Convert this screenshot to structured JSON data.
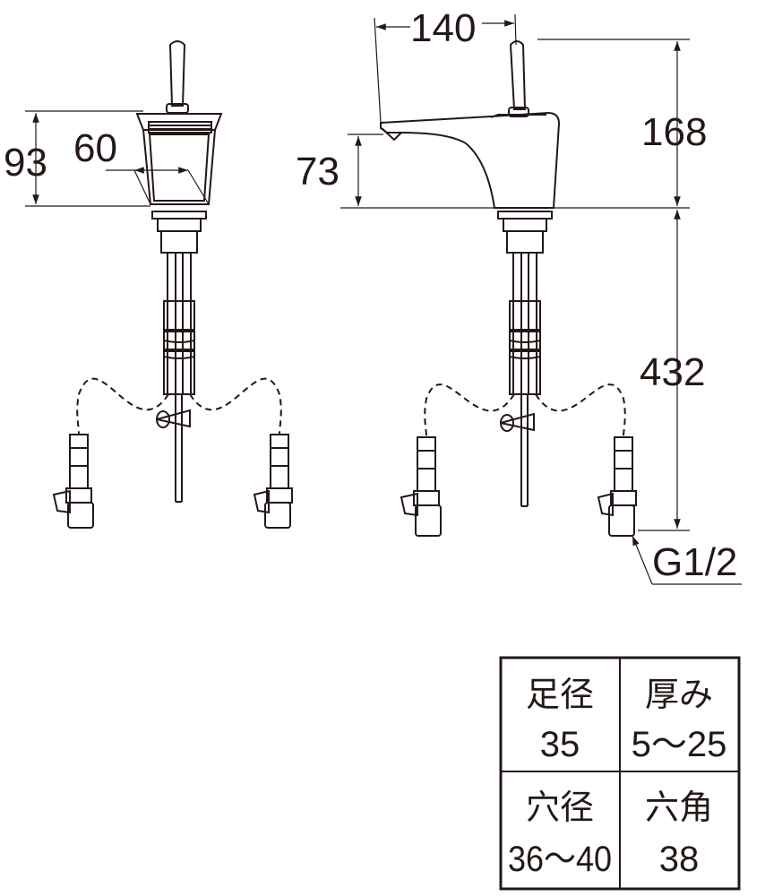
{
  "dimensions": {
    "height_front": "93",
    "base_width": "60",
    "spout_reach": "140",
    "total_height": "168",
    "spout_height": "73",
    "hose_length": "432",
    "thread": "G1/2"
  },
  "spec_table": {
    "rows": [
      [
        {
          "label": "足径",
          "value": "35"
        },
        {
          "label": "厚み",
          "value": "5～25"
        }
      ],
      [
        {
          "label": "穴径",
          "value": "36～40"
        },
        {
          "label": "六角",
          "value": "38"
        }
      ]
    ]
  },
  "colors": {
    "line": "#231815",
    "background": "#ffffff"
  }
}
